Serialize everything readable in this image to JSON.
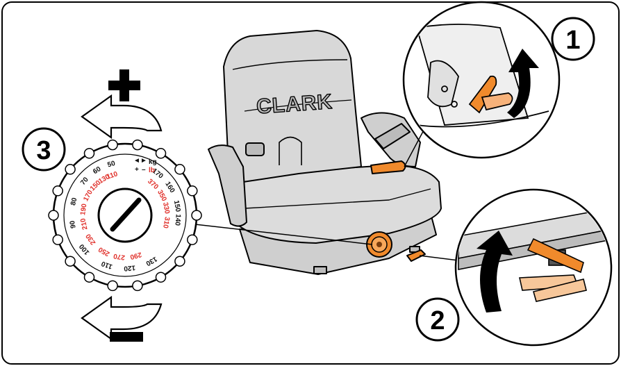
{
  "colors": {
    "accent_orange": "#f08a2c",
    "seat_gray": "#dcdcdc",
    "scale_red": "#e0302a",
    "outline": "#000000"
  },
  "brand_text": "CLARK",
  "callouts": {
    "one": "1",
    "two": "2",
    "three": "3"
  },
  "dial": {
    "unit_kg": "kg",
    "unit_lb": "lb",
    "arrow_left": "◄",
    "arrow_right": "►",
    "plus": "+",
    "minus": "–",
    "kg_labels": [
      "50",
      "60",
      "70",
      "80",
      "90",
      "100",
      "110",
      "120",
      "130",
      "140",
      "150",
      "160",
      "170"
    ],
    "lb_labels": [
      "110",
      "130",
      "150",
      "170",
      "190",
      "210",
      "230",
      "250",
      "270",
      "290",
      "310",
      "330",
      "350",
      "370"
    ]
  },
  "icons": [
    "plus-icon",
    "minus-icon",
    "rotate-arrow-icon",
    "lever-arrow-icon"
  ]
}
